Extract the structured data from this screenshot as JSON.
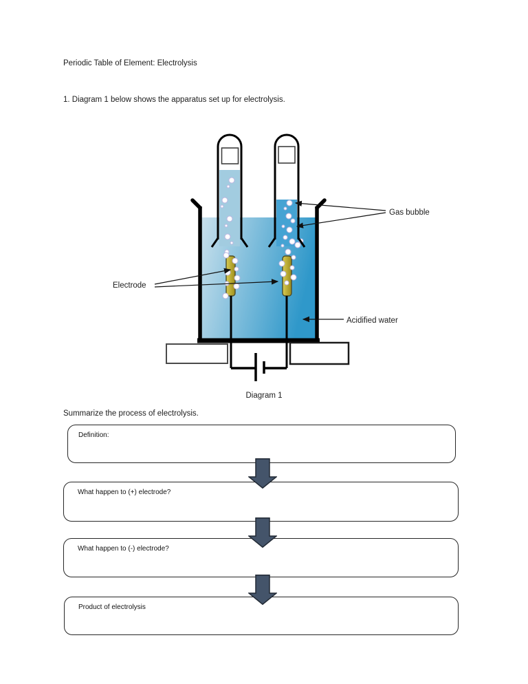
{
  "page": {
    "title": "Periodic Table of Element: Electrolysis",
    "question": "1. Diagram 1 below shows the apparatus set up for electrolysis.",
    "summary_prompt": "Summarize the process of electrolysis."
  },
  "diagram": {
    "caption": "Diagram 1",
    "labels": {
      "gas_bubble": "Gas bubble",
      "electrode": "Electrode",
      "acidified_water": "Acidified water"
    },
    "colors": {
      "water_light": "#c9e0ec",
      "water_dark": "#2f98ca",
      "tube_left_liquid": "#a2cce0",
      "tube_right_liquid": "#45a3d3",
      "electrode_light": "#d8cc52",
      "electrode_dark": "#9e8d1c",
      "outline": "#000000"
    }
  },
  "flowchart": {
    "arrow_color": "#44546a",
    "arrow_border": "#222a35",
    "boxes": [
      {
        "id": "definition",
        "label": "Definition:"
      },
      {
        "id": "positive-electrode",
        "label": "What happen to (+) electrode?"
      },
      {
        "id": "negative-electrode",
        "label": "What happen to (-) electrode?"
      },
      {
        "id": "product",
        "label": "Product of electrolysis"
      }
    ]
  }
}
